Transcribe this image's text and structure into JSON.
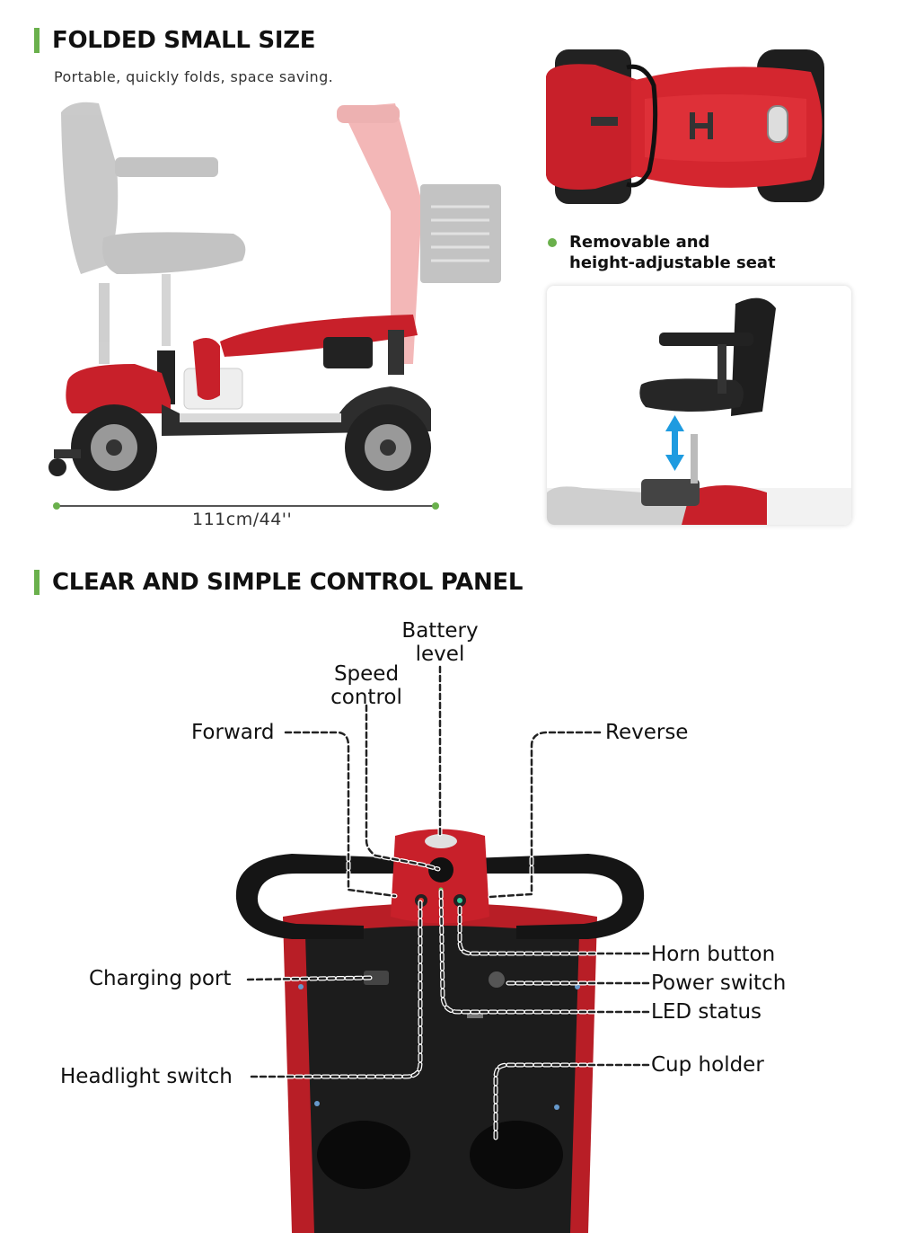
{
  "section1": {
    "title": "FOLDED SMALL SIZE",
    "subtitle": "Portable, quickly folds, space saving.",
    "dimension_label": "111cm/44''"
  },
  "feature": {
    "line1": "Removable and",
    "line2": "height-adjustable seat"
  },
  "section2": {
    "title": "CLEAR AND SIMPLE CONTROL PANEL"
  },
  "callouts": {
    "battery_line1": "Battery",
    "battery_line2": "level",
    "speed_line1": "Speed",
    "speed_line2": "control",
    "forward": "Forward",
    "reverse": "Reverse",
    "horn": "Horn button",
    "power": "Power switch",
    "led": "LED status",
    "cup": "Cup holder",
    "charging": "Charging port",
    "headlight": "Headlight switch"
  },
  "colors": {
    "accent_green": "#6ab04c",
    "scooter_red": "#c8202a",
    "dark": "#1c1c1c"
  }
}
